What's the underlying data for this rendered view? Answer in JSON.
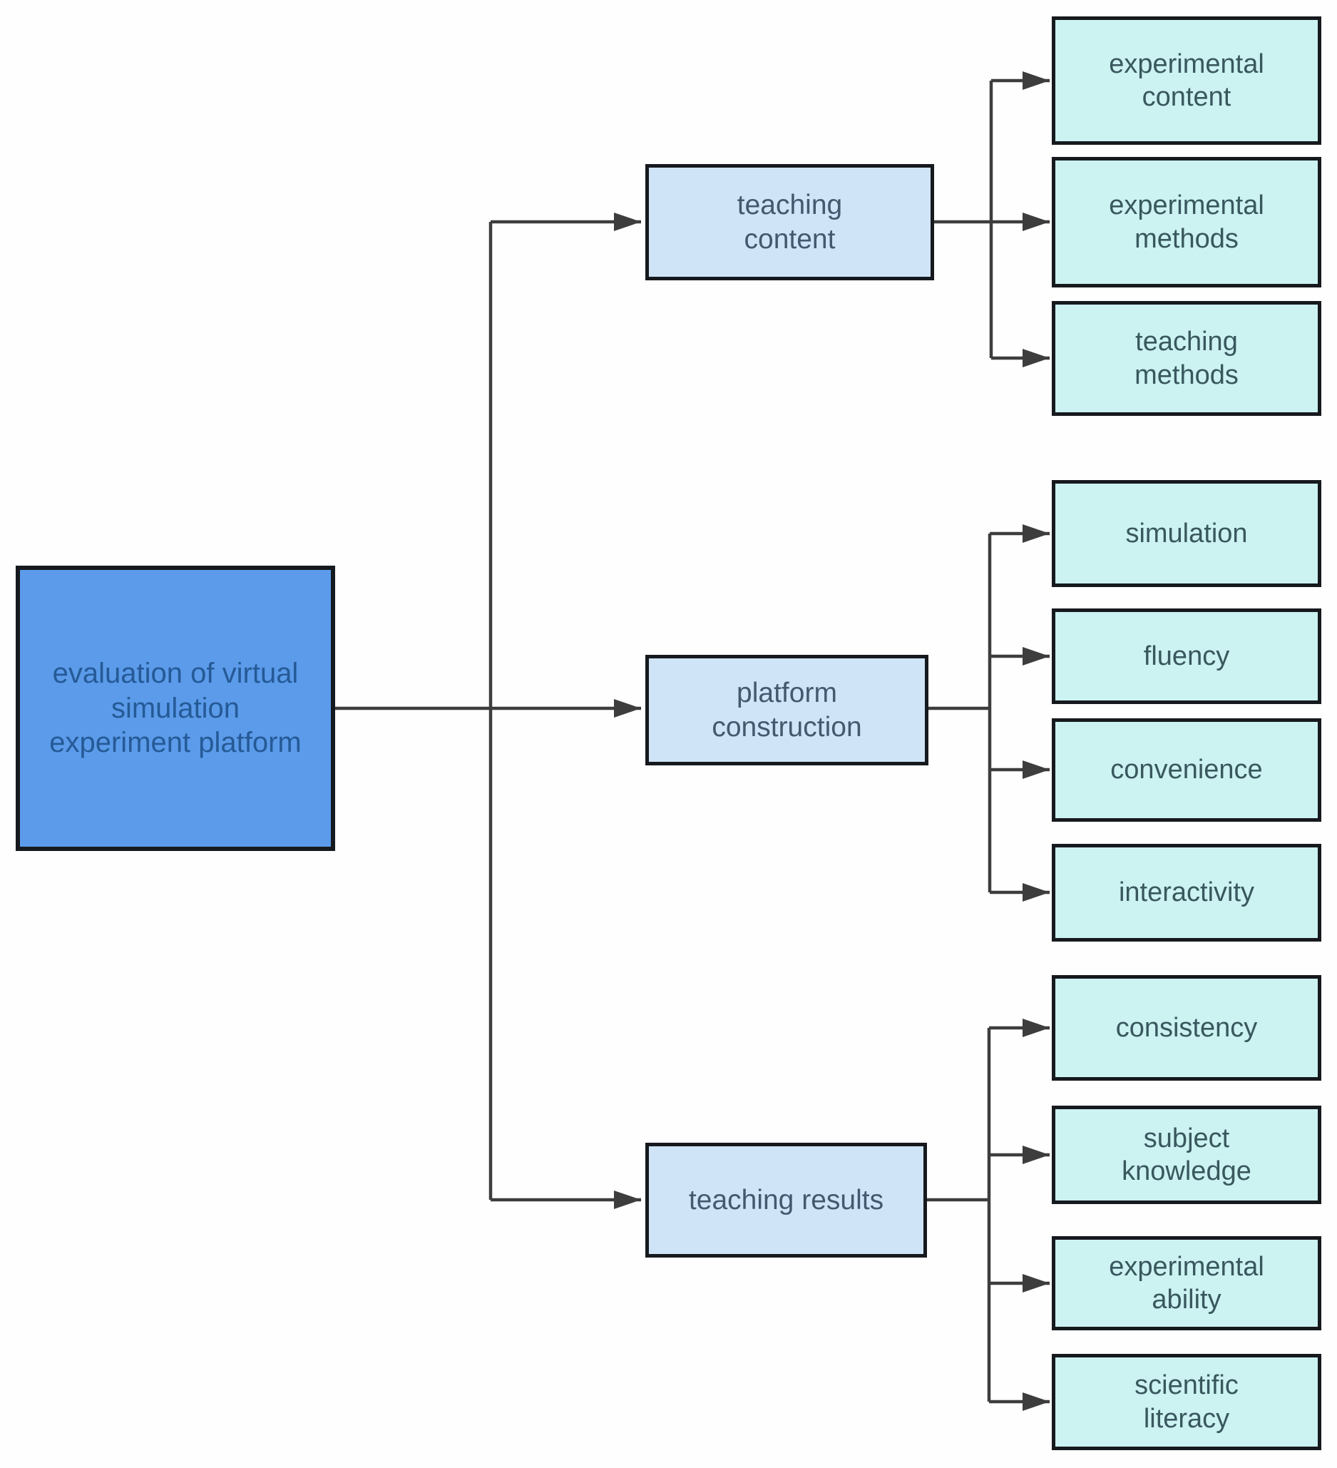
{
  "diagram": {
    "title": "evaluation hierarchy diagram",
    "root": {
      "label": "evaluation of virtual simulation experiment platform"
    },
    "branches": [
      {
        "label": "teaching content",
        "children": [
          {
            "label": "experimental content"
          },
          {
            "label": "experimental methods"
          },
          {
            "label": "teaching methods"
          }
        ]
      },
      {
        "label": "platform construction",
        "children": [
          {
            "label": "simulation"
          },
          {
            "label": "fluency"
          },
          {
            "label": "convenience"
          },
          {
            "label": "interactivity"
          }
        ]
      },
      {
        "label": "teaching results",
        "children": [
          {
            "label": "consistency"
          },
          {
            "label": "subject knowledge"
          },
          {
            "label": "experimental ability"
          },
          {
            "label": "scientific literacy"
          }
        ]
      }
    ],
    "colors": {
      "root_fill": "#5b9bea",
      "branch_fill": "#cfe4f7",
      "leaf_fill": "#ccf2f2",
      "border": "#16191d",
      "connector": "#3d3d3d",
      "root_text": "#255a96",
      "branch_text": "#44586e",
      "leaf_text": "#39585e"
    }
  }
}
